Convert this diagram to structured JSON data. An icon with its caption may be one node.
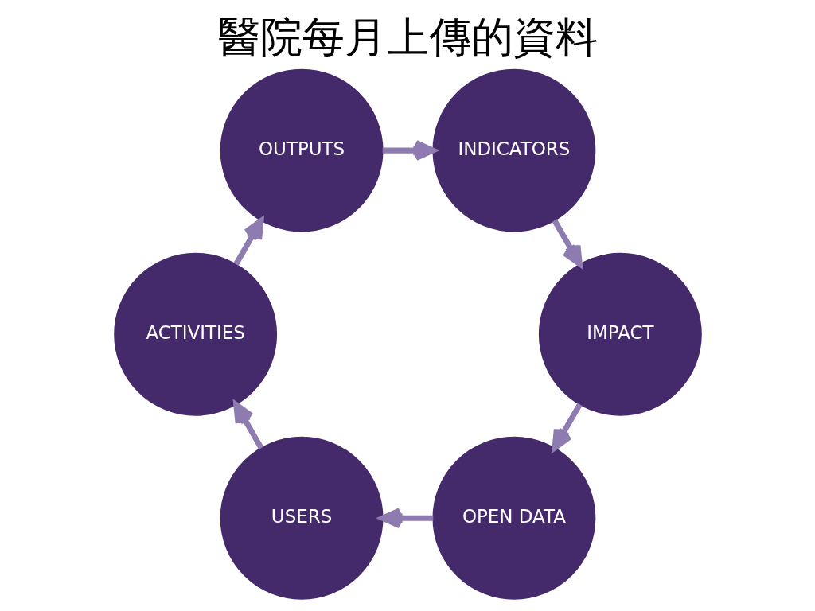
{
  "diagram": {
    "title": "醫院每月上傳的資料",
    "nodes": [
      {
        "text": [
          "OPEN DATA"
        ]
      },
      {
        "text": [
          "USERS"
        ]
      },
      {
        "text": [
          "ACTIVITIES"
        ]
      },
      {
        "text": [
          "OUTPUTS"
        ]
      },
      {
        "text": [
          "INDICATORS"
        ]
      },
      {
        "text": [
          "IMPACT"
        ]
      }
    ],
    "edges": [
      {
        "from": 0,
        "to": 1,
        "arrow": "to"
      },
      {
        "from": 1,
        "to": 2,
        "arrow": "to"
      },
      {
        "from": 2,
        "to": 3,
        "arrow": "to"
      },
      {
        "from": 3,
        "to": 4,
        "arrow": "to"
      },
      {
        "from": 4,
        "to": 5,
        "arrow": "to"
      },
      {
        "from": 5,
        "to": 0,
        "arrow": "to"
      }
    ]
  }
}
